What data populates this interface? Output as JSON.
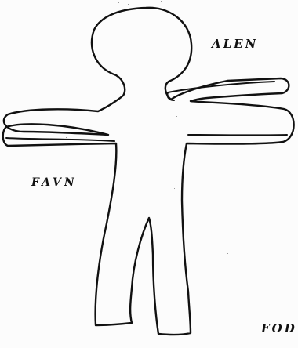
{
  "labels": {
    "arm": "ALEN",
    "fathom": "FAVN",
    "foot": "FOD"
  }
}
